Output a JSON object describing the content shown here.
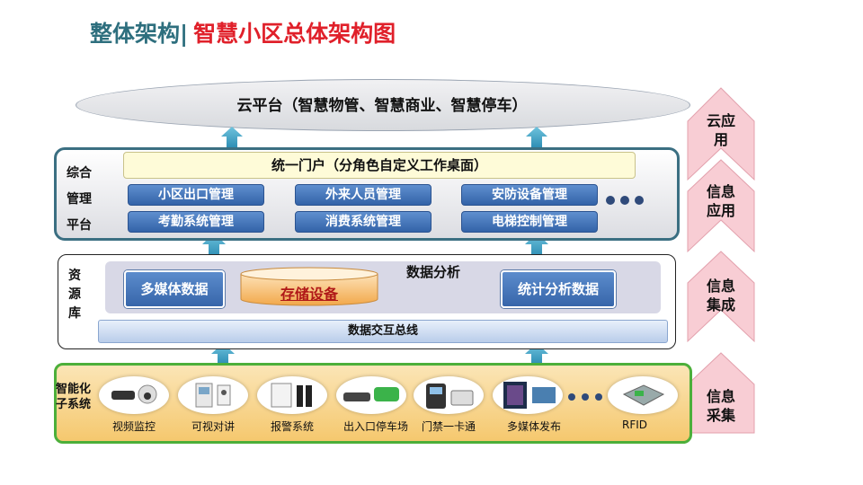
{
  "title": {
    "prefix": "整体架构|",
    "main": "智慧小区总体架构图"
  },
  "cloud": {
    "label": "云平台（智慧物管、智慧商业、智慧停车）"
  },
  "management": {
    "side_label": [
      "综合",
      "管理",
      "平台"
    ],
    "portal": "统一门户（分角色自定义工作桌面）",
    "buttons": [
      "小区出口管理",
      "外来人员管理",
      "安防设备管理",
      "考勤系统管理",
      "消费系统管理",
      "电梯控制管理"
    ]
  },
  "resource": {
    "side_label": [
      "资",
      "源",
      "库"
    ],
    "multimedia": "多媒体数据",
    "storage": "存储设备",
    "analysis_label": "数据分析",
    "stats": "统计分析数据",
    "bus": "数据交互总线"
  },
  "devices": {
    "side_label": "智能化子系统",
    "items": [
      "视频监控",
      "可视对讲",
      "报警系统",
      "出入口停车场",
      "门禁一卡通",
      "多媒体发布",
      "RFID"
    ]
  },
  "side_arrows": [
    "云应用",
    "信息应用",
    "信息集成",
    "信息采集"
  ],
  "colors": {
    "title_dark": "#2e6f7e",
    "title_red": "#e0202a",
    "button_blue": "#3f6fb4",
    "arrow_teal": "#4aa7c8",
    "side_pink": "#f7cfd4"
  }
}
